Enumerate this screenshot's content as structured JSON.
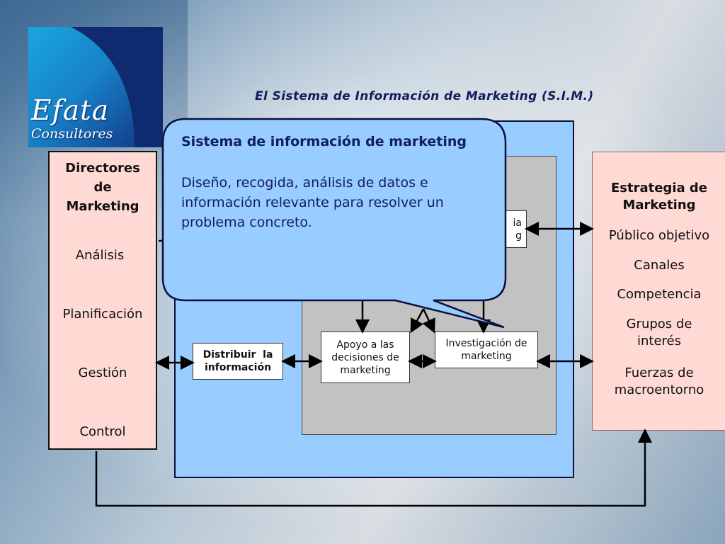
{
  "logo": {
    "name": "Efata",
    "subtitle": "Consultores"
  },
  "title": "El Sistema de Información de Marketing (S.I.M.)",
  "left_panel": {
    "heading": [
      "Directores",
      "de",
      "Marketing"
    ],
    "items": [
      "Análisis",
      "Planificación",
      "Gestión",
      "Control"
    ]
  },
  "right_panel": {
    "heading": [
      "Estrategia de",
      "Marketing"
    ],
    "items": [
      "Público objetivo",
      "Canales",
      "Competencia",
      "Grupos de",
      "interés",
      "Fuerzas de",
      "macroentorno"
    ]
  },
  "boxes": {
    "distribuir": [
      "Distribuir  la",
      "información"
    ],
    "apoyo": [
      "Apoyo a las",
      "decisiones de",
      "marketing"
    ],
    "investigacion": [
      "Investigación de",
      "marketing"
    ],
    "hidden_partial": [
      "ia",
      "g"
    ]
  },
  "callout": {
    "title": "Sistema de información de marketing",
    "body": "Diseño, recogida, análisis de datos e información relevante para resolver un problema concreto."
  },
  "colors": {
    "panel_blue": "#99ccff",
    "panel_gray": "#c2c2c2",
    "side_pink": "#ffd9d4",
    "title_navy": "#111e5c"
  }
}
